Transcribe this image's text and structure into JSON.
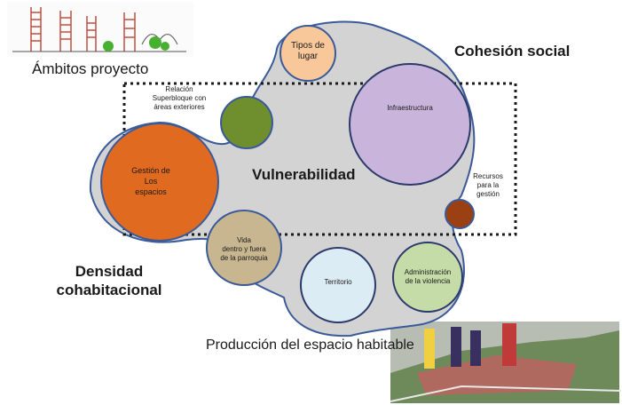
{
  "labels": {
    "ambitos": "Ámbitos proyecto",
    "cohesion": "Cohesión social",
    "vulnerabilidad": "Vulnerabilidad",
    "densidad_l1": "Densidad",
    "densidad_l2": "cohabitacional",
    "produccion": "Producción del espacio habitable"
  },
  "circles": {
    "tipos_l1": "Tipos de",
    "tipos_l2": "lugar",
    "relacion_l1": "Relación",
    "relacion_l2": "Superbloque con",
    "relacion_l3": "áreas exteriores",
    "infra": "Infraestructura",
    "recursos_l1": "Recursos",
    "recursos_l2": "para la",
    "recursos_l3": "gestión",
    "gestion_l1": "Gestión de",
    "gestion_l2": "Los",
    "gestion_l3": "espacios",
    "vida_l1": "Vida",
    "vida_l2": "dentro y fuera",
    "vida_l3": "de la parroquia",
    "territorio": "Territorio",
    "admin_l1": "Administración",
    "admin_l2": "de la violencia"
  },
  "colors": {
    "blob": "#d3d3d3",
    "blob_stroke": "#3a5a9a",
    "tipos": "#f8c89a",
    "relacion": "#6f8f2f",
    "infra": "#c9b5dc",
    "recursos": "#9a4012",
    "gestion": "#e06a1f",
    "vida": "#c8b690",
    "territorio": "#dcecf5",
    "admin": "#c5dca8"
  }
}
